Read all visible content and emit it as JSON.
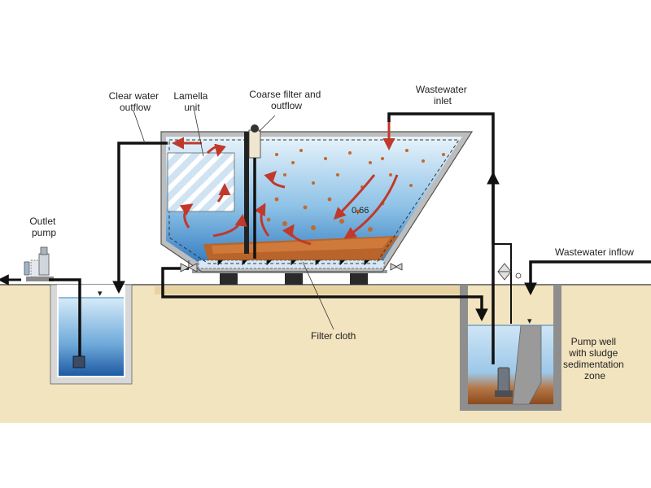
{
  "labels": {
    "clear_water_line1": "Clear water",
    "clear_water_line2": "outflow",
    "lamella_line1": "Lamella",
    "lamella_line2": "unit",
    "coarse_line1": "Coarse filter and",
    "coarse_line2": "outflow",
    "ww_inlet_line1": "Wastewater",
    "ww_inlet_line2": "inlet",
    "outlet_pump_line1": "Outlet",
    "outlet_pump_line2": "pump",
    "ww_inflow": "Wastewater inflow",
    "filter_cloth": "Filter cloth",
    "pump_well_line1": "Pump well",
    "pump_well_line2": "with sludge",
    "pump_well_line3": "sedimentation",
    "pump_well_line4": "zone",
    "value_label": "0,66"
  },
  "colors": {
    "soil": "#f2e4bf",
    "water_light": "#cfe6f6",
    "water_deep": "#1f5fa8",
    "sludge": "#b8642a",
    "tank_wall": "#c9c9c9",
    "concrete": "#a9a9a9",
    "pipe": "#111111",
    "flow_arrow": "#c0392b"
  },
  "icons": [
    "outlet-pump-icon",
    "submersible-pump-icon",
    "valve-icon",
    "flow-arrow-icon"
  ]
}
